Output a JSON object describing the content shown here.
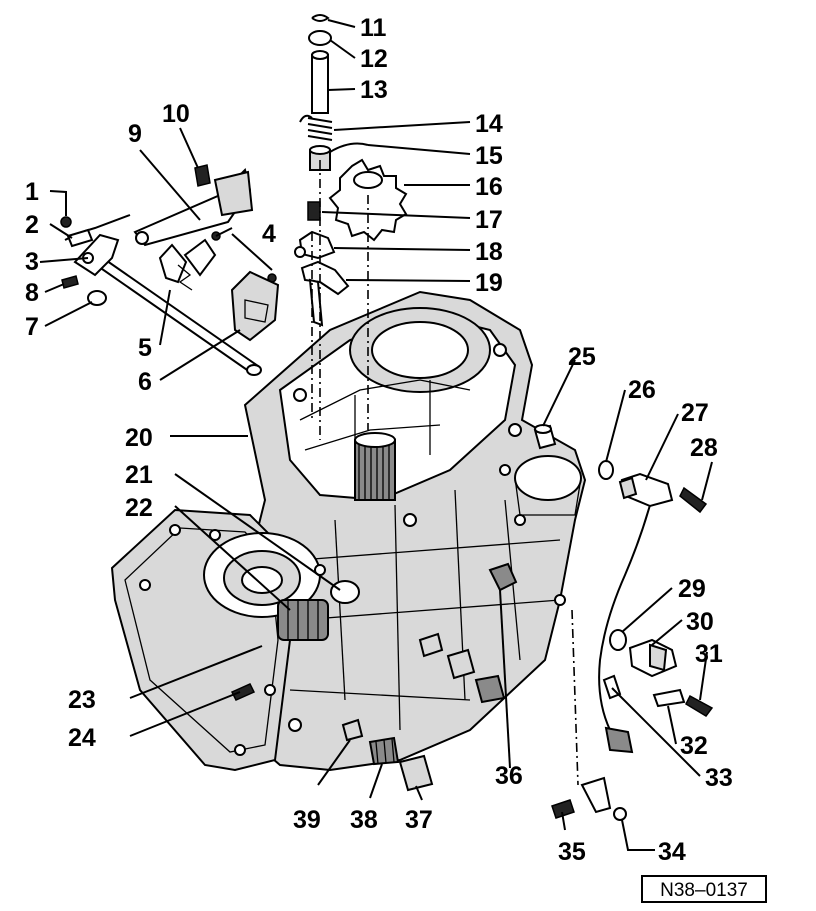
{
  "callouts": [
    {
      "id": "1",
      "label": "1"
    },
    {
      "id": "2",
      "label": "2"
    },
    {
      "id": "3",
      "label": "3"
    },
    {
      "id": "4",
      "label": "4"
    },
    {
      "id": "5",
      "label": "5"
    },
    {
      "id": "6",
      "label": "6"
    },
    {
      "id": "7",
      "label": "7"
    },
    {
      "id": "8",
      "label": "8"
    },
    {
      "id": "9",
      "label": "9"
    },
    {
      "id": "10",
      "label": "10"
    },
    {
      "id": "11",
      "label": "11"
    },
    {
      "id": "12",
      "label": "12"
    },
    {
      "id": "13",
      "label": "13"
    },
    {
      "id": "14",
      "label": "14"
    },
    {
      "id": "15",
      "label": "15"
    },
    {
      "id": "16",
      "label": "16"
    },
    {
      "id": "17",
      "label": "17"
    },
    {
      "id": "18",
      "label": "18"
    },
    {
      "id": "19",
      "label": "19"
    },
    {
      "id": "20",
      "label": "20"
    },
    {
      "id": "21",
      "label": "21"
    },
    {
      "id": "22",
      "label": "22"
    },
    {
      "id": "23",
      "label": "23"
    },
    {
      "id": "24",
      "label": "24"
    },
    {
      "id": "25",
      "label": "25"
    },
    {
      "id": "26",
      "label": "26"
    },
    {
      "id": "27",
      "label": "27"
    },
    {
      "id": "28",
      "label": "28"
    },
    {
      "id": "29",
      "label": "29"
    },
    {
      "id": "30",
      "label": "30"
    },
    {
      "id": "31",
      "label": "31"
    },
    {
      "id": "32",
      "label": "32"
    },
    {
      "id": "33",
      "label": "33"
    },
    {
      "id": "34",
      "label": "34"
    },
    {
      "id": "35",
      "label": "35"
    },
    {
      "id": "36",
      "label": "36"
    },
    {
      "id": "37",
      "label": "37"
    },
    {
      "id": "38",
      "label": "38"
    },
    {
      "id": "39",
      "label": "39"
    }
  ],
  "reference_code": "N38–0137"
}
